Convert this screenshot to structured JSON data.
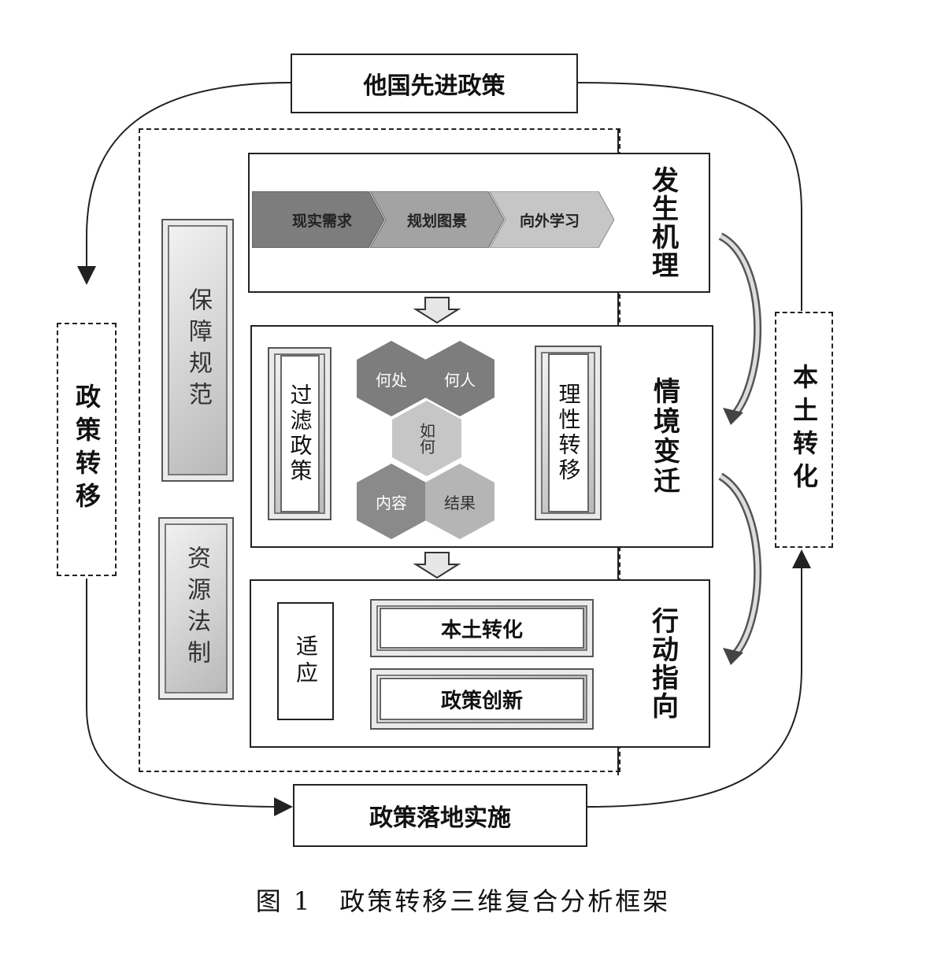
{
  "top_box": "他国先进政策",
  "bottom_box": "政策落地实施",
  "left_side": "政策转移",
  "right_side": "本土转化",
  "left_panels": [
    "保障规范",
    "资源法制"
  ],
  "stages": [
    {
      "label": "发生机理",
      "steps": [
        "现实需求",
        "规划图景",
        "向外学习"
      ]
    },
    {
      "label": "情境变迁",
      "left": "过滤政策",
      "right": "理性转移",
      "hexagons": [
        "何处",
        "何人",
        "如何",
        "内容",
        "结果"
      ]
    },
    {
      "label": "行动指向",
      "left": "适应",
      "outputs": [
        "本土转化",
        "政策创新"
      ]
    }
  ],
  "caption": "图 1　政策转移三维复合分析框架",
  "colors": {
    "dark": "#7d7d7d",
    "mid": "#a3a3a3",
    "light": "#c6c6c6"
  }
}
